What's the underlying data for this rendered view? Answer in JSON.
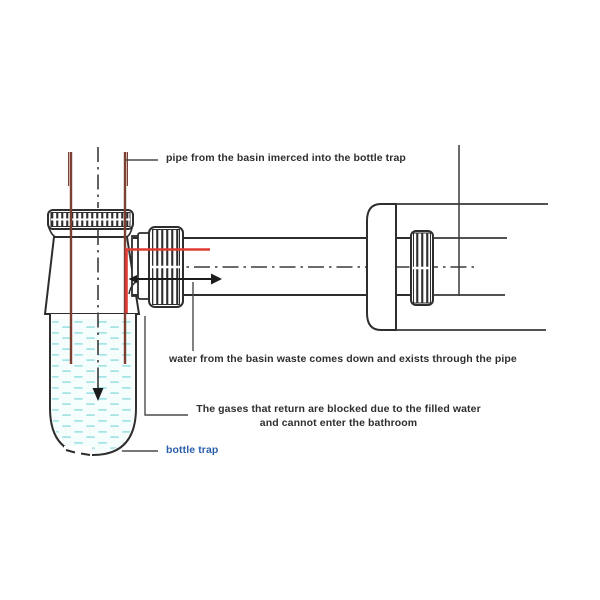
{
  "diagram": {
    "labels": {
      "basin_pipe": "pipe from the basin imerced into the bottle trap",
      "water_flow": "water from the basin waste comes down and exists through the pipe",
      "gases_line1": "The gases that return are blocked due to the filled water",
      "gases_line2": "and cannot enter the bathroom",
      "bottle_trap": "bottle trap"
    },
    "colors": {
      "line": "#2e2e2e",
      "text": "#2e2e2e",
      "gas_red": "#e03a34",
      "pipe_brown": "#7c4033",
      "water_dash": "#a5e4e6",
      "water_bg": "#f6fdfd",
      "label_blue": "#2b5fa9"
    },
    "icons": {
      "flow_right_arrow": "right-arrow",
      "flow_down_arrow": "down-arrow",
      "flow_left_arrow": "left-arrow"
    }
  }
}
